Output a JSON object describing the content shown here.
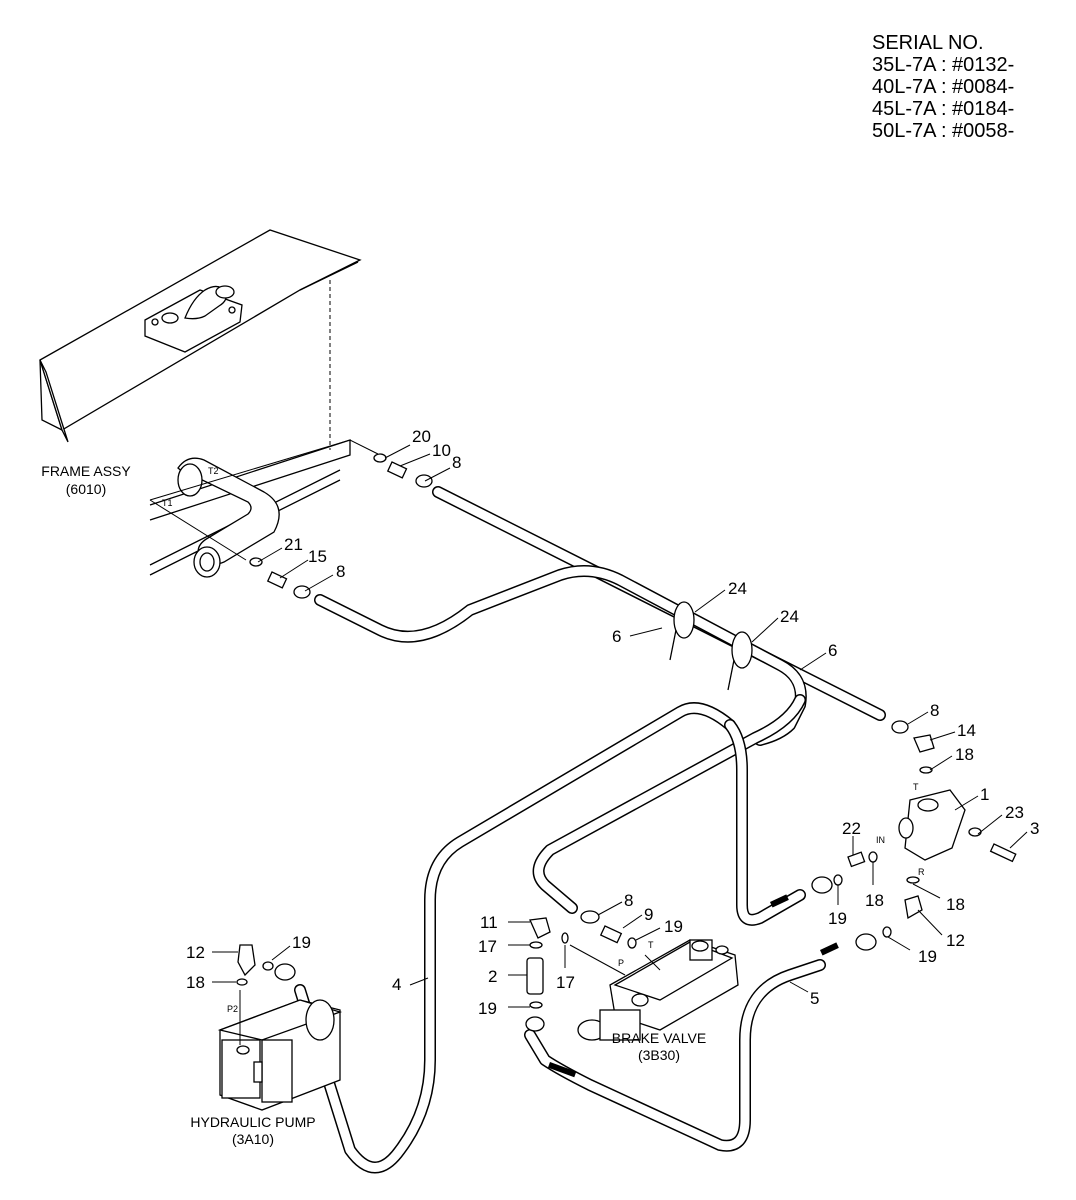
{
  "serial": {
    "title": "SERIAL NO.",
    "lines": [
      "35L-7A : #0132-",
      "40L-7A : #0084-",
      "45L-7A : #0184-",
      "50L-7A : #0058-"
    ]
  },
  "components": {
    "frame_assy": {
      "name": "FRAME ASSY",
      "code": "(6010)"
    },
    "hydraulic_pump": {
      "name": "HYDRAULIC PUMP",
      "code": "(3A10)"
    },
    "brake_valve": {
      "name": "BRAKE VALVE",
      "code": "(3B30)"
    }
  },
  "port_labels": {
    "t1": "T1",
    "t2": "T2",
    "p2": "P2",
    "p": "P",
    "t": "T",
    "t_valve": "T",
    "in": "IN",
    "r": "R"
  },
  "callouts": [
    "20",
    "10",
    "8",
    "21",
    "15",
    "8",
    "24",
    "24",
    "6",
    "6",
    "8",
    "14",
    "18",
    "1",
    "23",
    "3",
    "22",
    "18",
    "19",
    "18",
    "12",
    "19",
    "11",
    "8",
    "9",
    "17",
    "19",
    "17",
    "2",
    "19",
    "12",
    "19",
    "18",
    "4",
    "5"
  ]
}
